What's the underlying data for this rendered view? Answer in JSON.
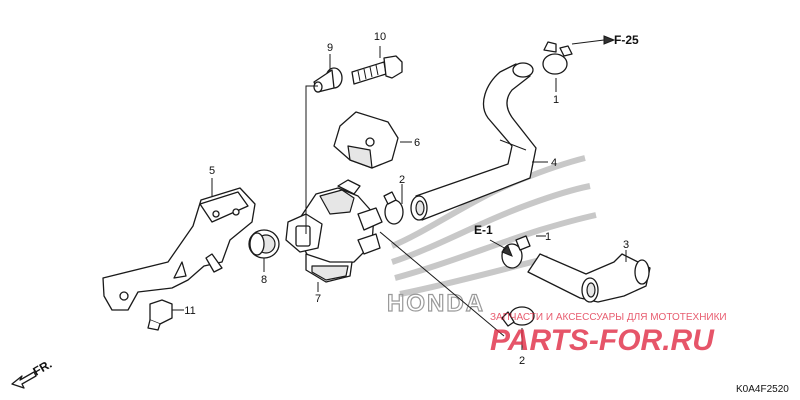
{
  "diagram": {
    "callouts": {
      "p1_top": "1",
      "p1_mid": "1",
      "p2_mid": "2",
      "p2_bottom": "2",
      "p3": "3",
      "p4": "4",
      "p5": "5",
      "p6": "6",
      "p7": "7",
      "p8": "8",
      "p9": "9",
      "p10": "10",
      "p11": "11"
    },
    "references": {
      "f25": "F-25",
      "e1": "E-1",
      "front": "FR."
    },
    "drawing_code": "K0A4F2520",
    "watermark": {
      "brand": "HONDA",
      "site_logo": "PARTS-FOR.RU",
      "site_tagline": "ЗАПЧАСТИ И АКСЕССУАРЫ ДЛЯ МОТОТЕХНИКИ"
    }
  }
}
